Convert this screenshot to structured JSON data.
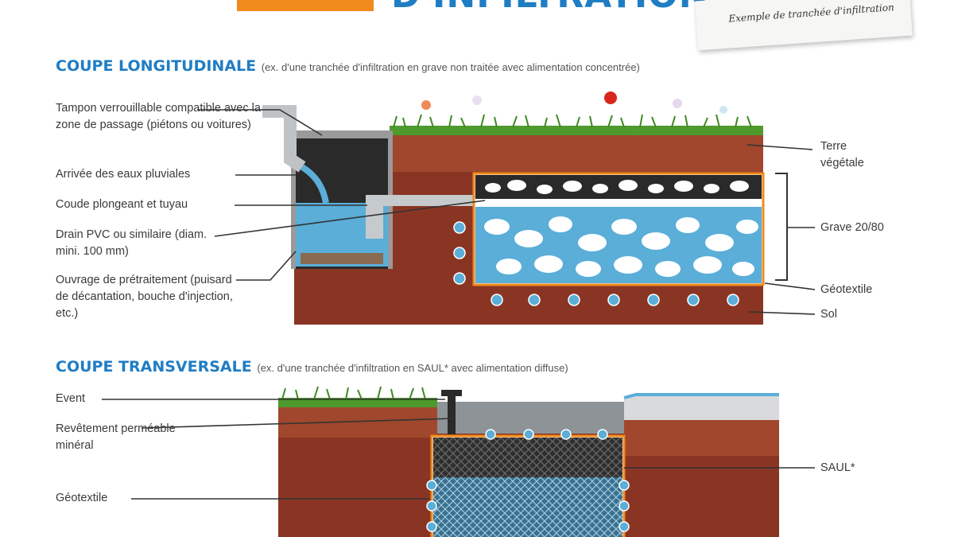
{
  "header": {
    "title": "D'INFILTRATION",
    "note": "Exemple de tranchée d'infiltration"
  },
  "section1": {
    "title": "COUPE LONGITUDINALE",
    "subtitle": "(ex. d'une tranchée d'infiltration en grave non traitée avec alimentation concentrée)",
    "labels_left": [
      "Tampon verrouillable compatible avec la zone de passage (piétons ou voitures)",
      "Arrivée des eaux pluviales",
      "Coude plongeant et tuyau",
      "Drain PVC ou similaire (diam. mini. 100 mm)",
      "Ouvrage de prétraitement (puisard de décantation, bouche d'injection, etc.)"
    ],
    "labels_right": [
      "Terre végétale",
      "Grave 20/80",
      "Géotextile",
      "Sol"
    ]
  },
  "section2": {
    "title": "COUPE TRANSVERSALE",
    "subtitle": "(ex. d'une tranchée d'infiltration en SAUL* avec alimentation diffuse)",
    "labels_left": [
      "Event",
      "Revêtement perméable minéral",
      "Géotextile"
    ],
    "labels_right": [
      "SAUL*"
    ]
  },
  "colors": {
    "accent_blue": "#1f7dc4",
    "orange": "#f08a1c",
    "soil": "#8a3524",
    "topsoil": "#a0472d",
    "water": "#5aaed8",
    "grass": "#4f9a2c"
  }
}
